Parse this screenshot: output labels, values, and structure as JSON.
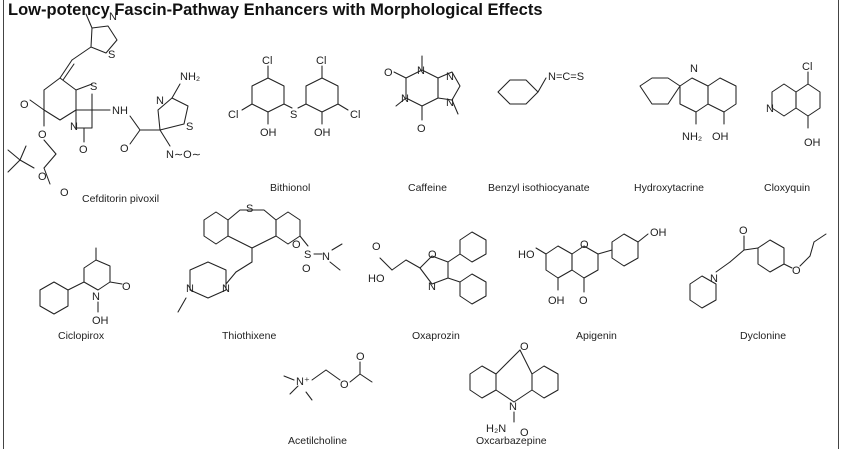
{
  "figure": {
    "title": "Low-potency Fascin-Pathway Enhancers with Morphological Effects"
  },
  "compounds": [
    {
      "name": "Cefditorin pivoxil"
    },
    {
      "name": "Bithionol"
    },
    {
      "name": "Caffeine"
    },
    {
      "name": "Benzyl isothiocyanate"
    },
    {
      "name": "Hydroxytacrine"
    },
    {
      "name": "Cloxyquin"
    },
    {
      "name": "Ciclopirox"
    },
    {
      "name": "Thiothixene"
    },
    {
      "name": "Oxaprozin"
    },
    {
      "name": "Apigenin"
    },
    {
      "name": "Dyclonine"
    },
    {
      "name": "Acetilcholine"
    },
    {
      "name": "Oxcarbazepine"
    }
  ],
  "atoms": {
    "S": "S",
    "N": "N",
    "O": "O",
    "Cl": "Cl",
    "OH": "OH",
    "NH": "NH",
    "NH2": "NH₂",
    "H2N": "H₂N",
    "HO": "HO",
    "NCS": "N=C=S",
    "Nplus": "N⁺",
    "NO": "N",
    "OMe": "N∼O∼"
  }
}
